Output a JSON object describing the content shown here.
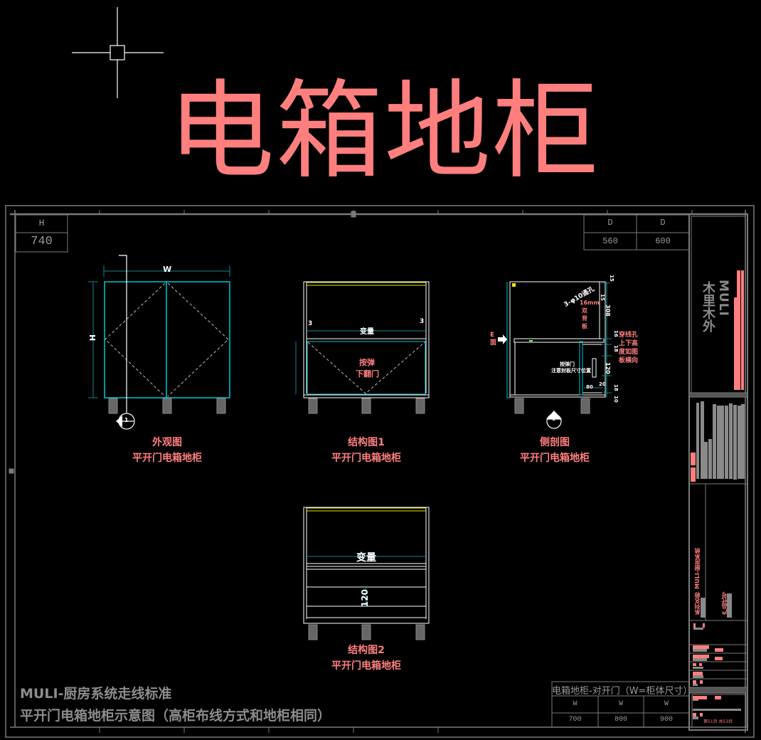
{
  "title": "电箱地柜",
  "header_left": {
    "label": "H",
    "value": "740"
  },
  "header_right": [
    {
      "label": "D",
      "value": "560"
    },
    {
      "label": "D",
      "value": "600"
    }
  ],
  "figures": [
    {
      "name": "外观图",
      "subtitle": "平开门电箱地柜",
      "dims": {
        "width": "W",
        "height": "H"
      },
      "section_marker": "1"
    },
    {
      "name": "结构图1",
      "subtitle": "平开门电箱地柜",
      "dims": {
        "variable": "变量",
        "side_a": "3",
        "side_b": "3"
      },
      "note": [
        "按弹",
        "下翻门"
      ]
    },
    {
      "name": "侧剖图",
      "subtitle": "平开门电箱地柜",
      "labels": {
        "holes": "3-φ10通孔",
        "panel_note": [
          "16mm",
          "双",
          "背",
          "板"
        ],
        "side_note": [
          "E",
          "面"
        ],
        "inner_note": [
          "按弹门",
          "注意封板尺寸位置"
        ],
        "right_note": [
          "穿线孔",
          "上下高",
          "度如图",
          "板横向"
        ]
      },
      "dims": [
        "15",
        "15",
        "308",
        "16",
        "18",
        "120",
        "20",
        "80",
        "18",
        "10"
      ],
      "section_marker": "1"
    },
    {
      "name": "结构图2",
      "subtitle": "平开门电箱地柜",
      "dims": {
        "variable": "变量",
        "gap": "120"
      }
    }
  ],
  "footer": {
    "line1": "MULI-厨房系统走线标准",
    "line2": "平开门电箱地柜示意图（高柜布线方式和地柜相同）"
  },
  "size_table": {
    "header": "电箱地柜-对开门（W=柜体尺寸）",
    "columns": [
      "W",
      "W",
      "W"
    ],
    "values": [
      "700",
      "800",
      "900"
    ]
  },
  "title_block": {
    "brand_en": "MULI",
    "brand_cn": "木里木外",
    "series_label": "MULI-厨房系统",
    "field_a": "系列名称",
    "field_b": "产品代号",
    "page_info": "第51页 共53页"
  },
  "colors": {
    "accent": "#ff7f7f",
    "cyan": "#00c8d0",
    "teal": "#008b8b",
    "yellow": "#e8e800",
    "frame": "#808080"
  }
}
